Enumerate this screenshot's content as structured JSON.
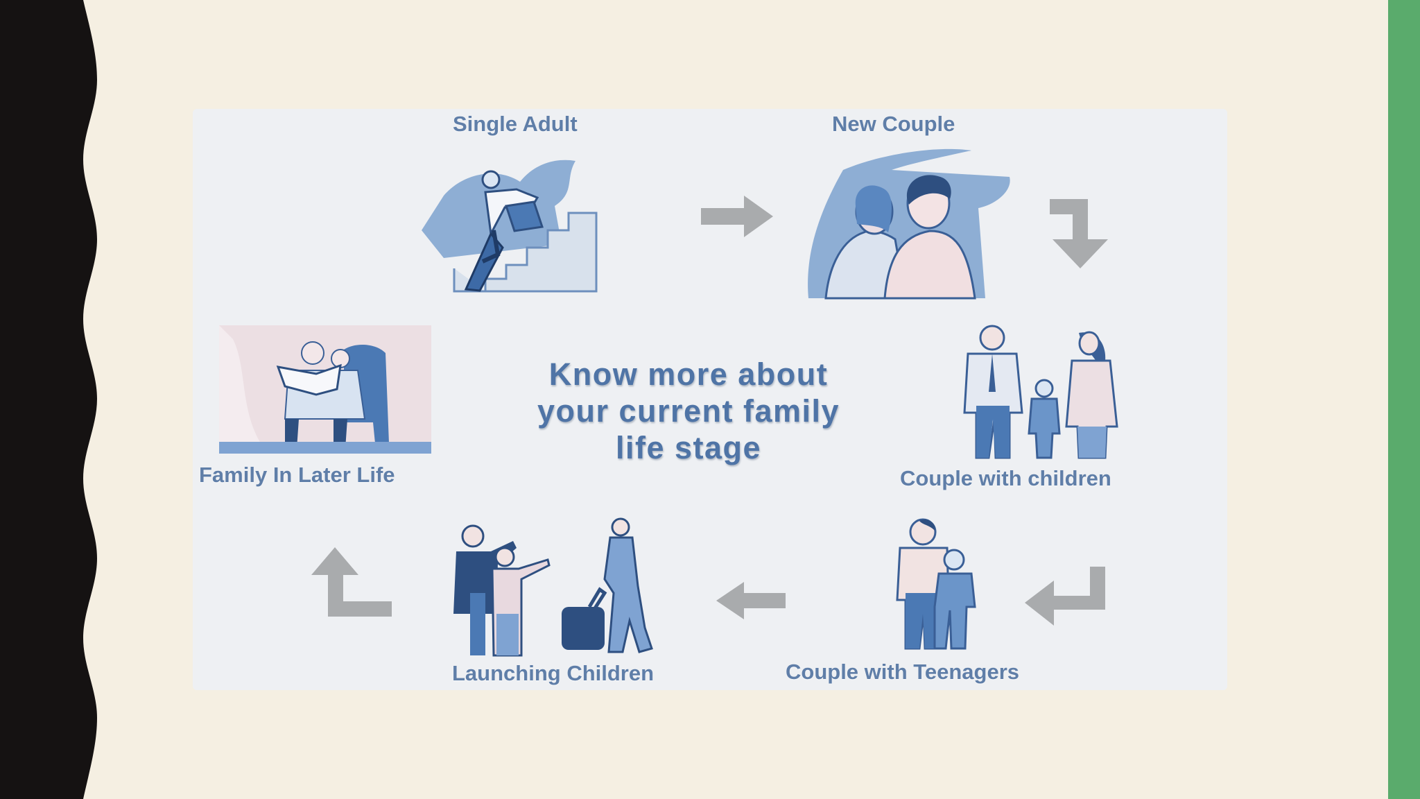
{
  "diagram": {
    "center_text_lines": [
      "Know more about",
      "your current family",
      "life stage"
    ],
    "stages": {
      "single_adult": "Single Adult",
      "new_couple": "New Couple",
      "couple_with_children": "Couple with children",
      "couple_with_teenagers": "Couple with Teenagers",
      "launching_children": "Launching Children",
      "family_in_later_life": "Family In Later Life"
    }
  },
  "colors": {
    "slide_background": "#f5efe2",
    "left_band": "#151212",
    "right_bar": "#5aab6c",
    "panel": "#eef0f3",
    "label_blue": "#5f7ea8",
    "arrow_gray": "#a9abad"
  }
}
